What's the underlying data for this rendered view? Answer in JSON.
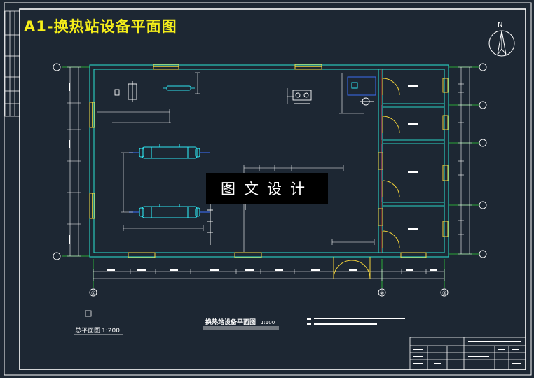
{
  "drawing": {
    "sheet_title": "A1-换热站设备平面图",
    "watermark": "图文设计",
    "plan_title": "换热站设备平面图",
    "plan_scale": "1:100",
    "site_plan_title": "总平面图",
    "site_plan_scale": "1:200",
    "north_label": "N",
    "axis_labels": [
      "①",
      "②",
      "③"
    ],
    "colors": {
      "background": "#1d2733",
      "wall": "#29d3c5",
      "window": "#f2d23a",
      "dimension": "#ffffff",
      "grid": "#2fcf3a",
      "equipment": "#2ee6f0",
      "door": "#f2d23a",
      "title_tag": "#f5ee1a"
    }
  }
}
